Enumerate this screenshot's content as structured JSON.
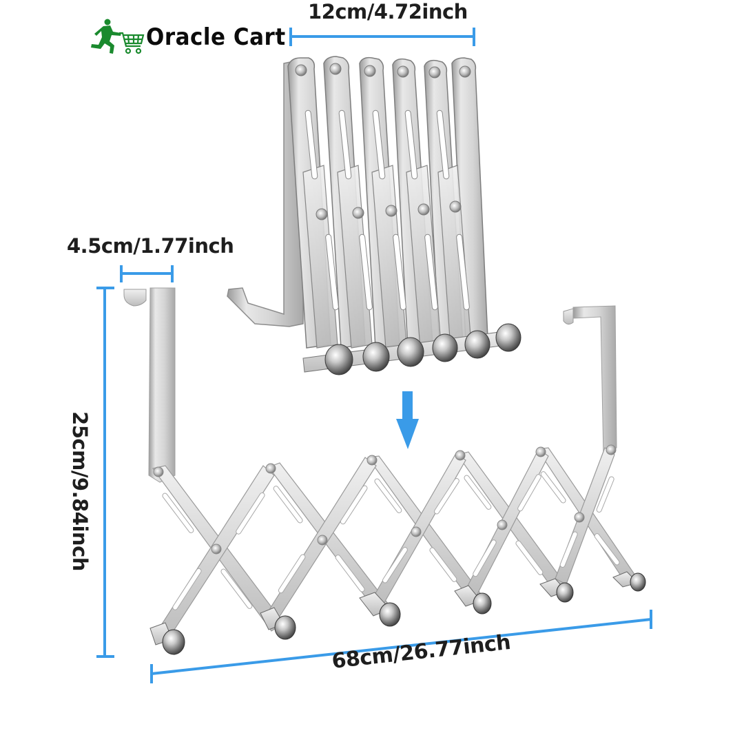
{
  "brand": {
    "name": "Oracle Cart",
    "logo_icon": "runner-with-shopping-cart-icon",
    "logo_color": "#1a8a2e"
  },
  "dimensions": {
    "collapsed_width": "12cm/4.72inch",
    "hook_depth": "4.5cm/1.77inch",
    "height": "25cm/9.84inch",
    "expanded_width": "68cm/26.77inch"
  },
  "colors": {
    "dimension_line": "#3a9be8",
    "arrow": "#3a9be8",
    "metal_light": "#e6e6e6",
    "metal_mid": "#c2c2c2",
    "metal_dark": "#8a8a8a"
  },
  "diagram": {
    "product": "expandable over-the-door hook rack",
    "states": [
      "collapsed",
      "expanded"
    ],
    "hook_count": 6,
    "arrow_icon": "arrow-down-icon"
  }
}
